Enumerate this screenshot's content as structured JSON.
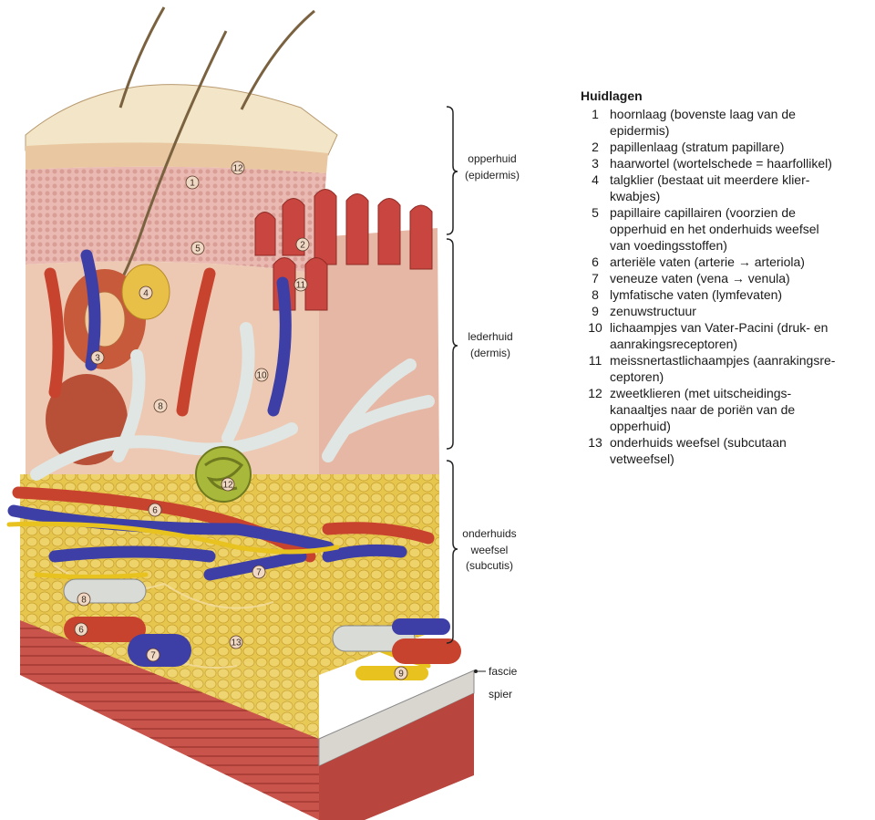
{
  "legend": {
    "title": "Huidlagen",
    "items": [
      {
        "num": "1",
        "text": "hoornlaag (bovenste laag van de\nepidermis)"
      },
      {
        "num": "2",
        "text": "papillenlaag (stratum papillare)"
      },
      {
        "num": "3",
        "text": "haarwortel (wortelschede = haarfollikel)"
      },
      {
        "num": "4",
        "text": "talgklier (bestaat uit meerdere klier-\nkwabjes)"
      },
      {
        "num": "5",
        "text": "papillaire capillairen (voorzien de\nopperhuid en het onderhuids weefsel\nvan voedingsstoffen)"
      },
      {
        "num": "6",
        "text": "arteriële vaten (arterie → arteriola)"
      },
      {
        "num": "7",
        "text": "veneuze vaten (vena → venula)"
      },
      {
        "num": "8",
        "text": "lymfatische vaten (lymfevaten)"
      },
      {
        "num": "9",
        "text": "zenuwstructuur"
      },
      {
        "num": "10",
        "text": "lichaampjes van Vater-Pacini (druk- en\naanrakingsreceptoren)"
      },
      {
        "num": "11",
        "text": "meissnertastlichaampjes (aanrakingsre-\nceptoren)"
      },
      {
        "num": "12",
        "text": "zweetklieren (met uitscheidings-\nkanaaltjes naar de poriën van de\nopperhuid)"
      },
      {
        "num": "13",
        "text": "onderhuids weefsel (subcutaan\nvetweefsel)"
      }
    ]
  },
  "layers": {
    "epidermis": [
      "opperhuid",
      "(epidermis)"
    ],
    "dermis": [
      "lederhuid",
      "(dermis)"
    ],
    "subcutis": [
      "onderhuids",
      "weefsel",
      "(subcutis)"
    ],
    "fascia": "fascie",
    "muscle": "spier"
  },
  "markers": {
    "m1": "1",
    "m2": "2",
    "m3": "3",
    "m4": "4",
    "m5": "5",
    "m6a": "6",
    "m6b": "6",
    "m7a": "7",
    "m7b": "7",
    "m8a": "8",
    "m8b": "8",
    "m9": "9",
    "m10": "10",
    "m11": "11",
    "m12a": "12",
    "m12b": "12",
    "m13": "13"
  },
  "colors": {
    "artery": "#c8432e",
    "vein": "#3d3fa6",
    "lymph": "#dfe6e4",
    "nerve": "#e8c21e",
    "fat": "#e3c24a",
    "epidermis": "#e8b8b0",
    "muscle": "#c8504a"
  }
}
